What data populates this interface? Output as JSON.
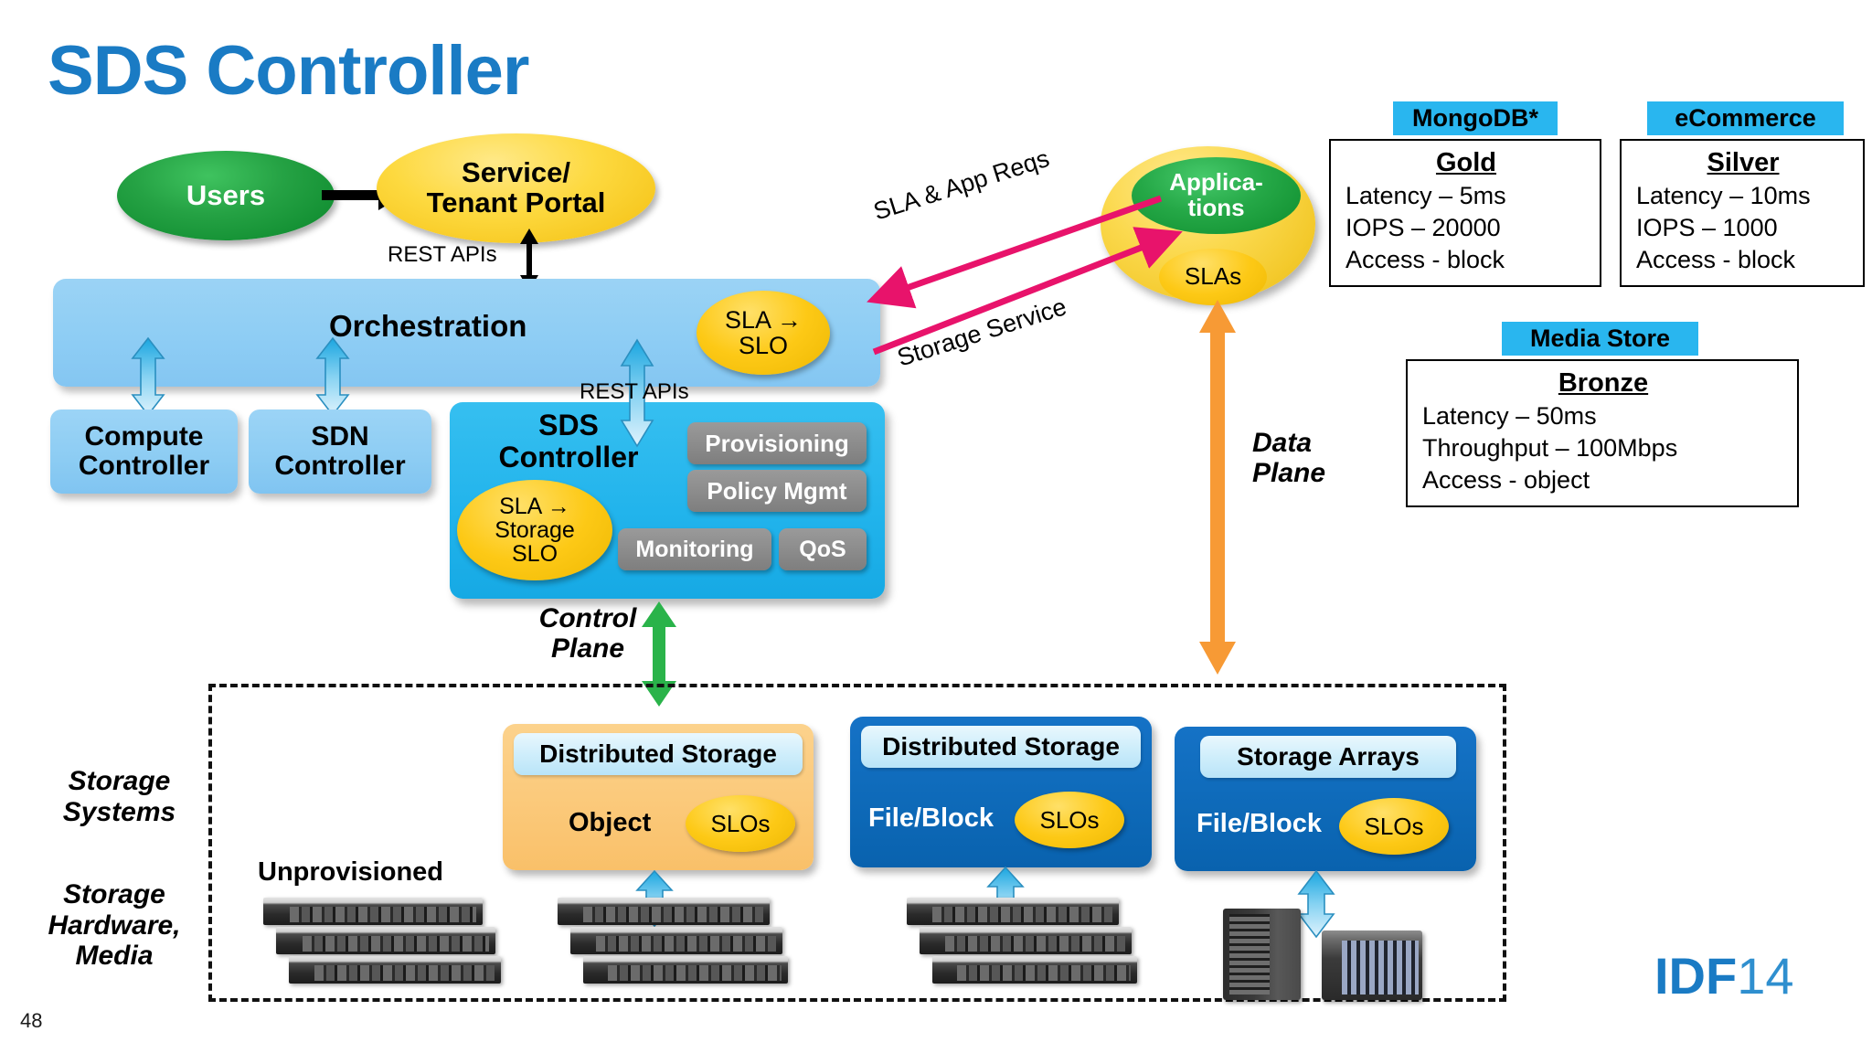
{
  "title": "SDS Controller",
  "page_number": "48",
  "brand": {
    "bold": "IDF",
    "light": "14",
    "color": "#1a7bc4"
  },
  "nodes": {
    "users": "Users",
    "portal": "Service/\nTenant Portal",
    "portal_line1": "Service/",
    "portal_line2": "Tenant Portal",
    "rest_apis_top": "REST APIs",
    "rest_apis_sds": "REST APIs",
    "orchestration": "Orchestration",
    "orch_sla_line1": "SLA →",
    "orch_sla_line2": "SLO",
    "compute_controller_line1": "Compute",
    "compute_controller_line2": "Controller",
    "sdn_controller_line1": "SDN",
    "sdn_controller_line2": "Controller",
    "sds_controller_line1": "SDS",
    "sds_controller_line2": "Controller",
    "sds_sla_line1": "SLA →",
    "sds_sla_line2": "Storage",
    "sds_sla_line3": "SLO",
    "provisioning": "Provisioning",
    "policy_mgmt": "Policy Mgmt",
    "monitoring": "Monitoring",
    "qos": "QoS",
    "control_plane_line1": "Control",
    "control_plane_line2": "Plane",
    "data_plane_line1": "Data",
    "data_plane_line2": "Plane",
    "applications_line1": "Applica-",
    "applications_line2": "tions",
    "slas": "SLAs"
  },
  "arrows": {
    "sla_app_reqs": "SLA & App Reqs",
    "storage_service": "Storage Service",
    "magenta_color": "#e8136b",
    "orange_color": "#f79a35",
    "green_color": "#2ab34a",
    "blue_color": "#3fb3e8"
  },
  "sla_cards": [
    {
      "name": "MongoDB*",
      "tier": "Gold",
      "lines": [
        "Latency – 5ms",
        "IOPS – 20000",
        "Access - block"
      ]
    },
    {
      "name": "eCommerce",
      "tier": "Silver",
      "lines": [
        "Latency – 10ms",
        "IOPS – 1000",
        "Access - block"
      ]
    },
    {
      "name": "Media Store",
      "tier": "Bronze",
      "lines": [
        "Latency – 50ms",
        "Throughput – 100Mbps",
        "Access - object"
      ]
    }
  ],
  "bottom": {
    "storage_systems_line1": "Storage",
    "storage_systems_line2": "Systems",
    "storage_hw_line1": "Storage",
    "storage_hw_line2": "Hardware,",
    "storage_hw_line3": "Media",
    "unprovisioned": "Unprovisioned",
    "boxes": [
      {
        "tab": "Distributed Storage",
        "type": "Object",
        "slo": "SLOs",
        "color": "#fbc97a"
      },
      {
        "tab": "Distributed Storage",
        "type": "File/Block",
        "slo": "SLOs",
        "color": "#0e6ab9"
      },
      {
        "tab": "Storage Arrays",
        "type": "File/Block",
        "slo": "SLOs",
        "color": "#0e6ab9"
      }
    ]
  }
}
